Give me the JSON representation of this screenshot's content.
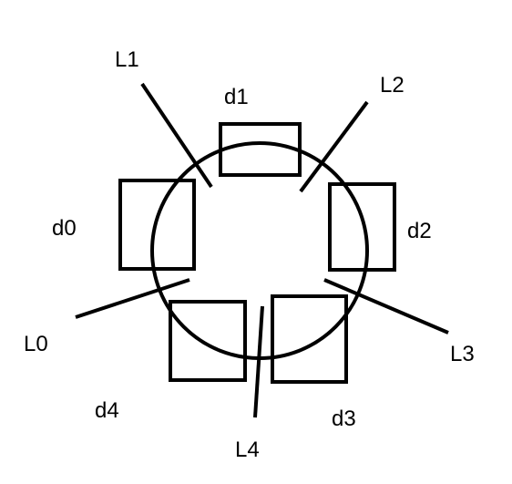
{
  "colors": {
    "stroke": "#000000",
    "background": "#ffffff"
  },
  "boxes": [
    {
      "label": "d0"
    },
    {
      "label": "d1"
    },
    {
      "label": "d2"
    },
    {
      "label": "d3"
    },
    {
      "label": "d4"
    }
  ],
  "lines": [
    {
      "label": "L0"
    },
    {
      "label": "L1"
    },
    {
      "label": "L2"
    },
    {
      "label": "L3"
    },
    {
      "label": "L4"
    }
  ]
}
